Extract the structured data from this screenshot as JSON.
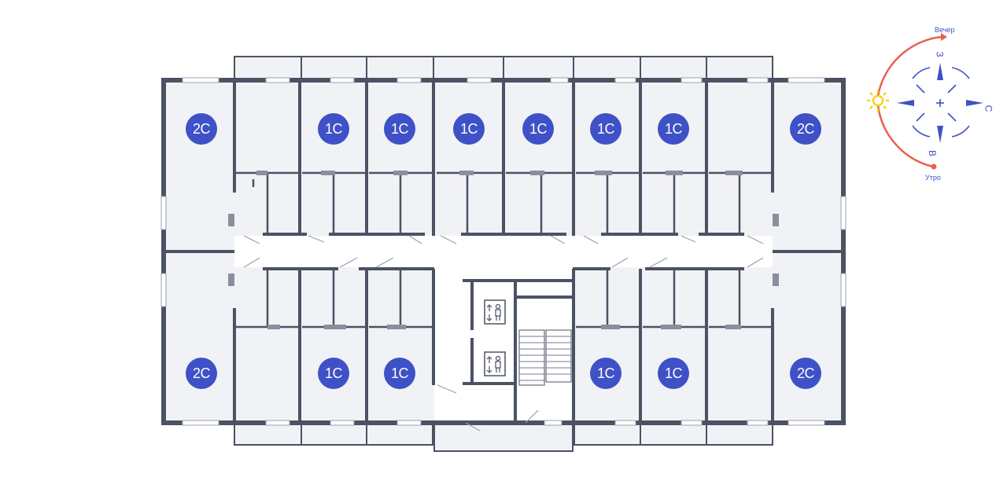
{
  "units": [
    {
      "label": "2С"
    },
    {
      "label": "1С"
    },
    {
      "label": "1С"
    },
    {
      "label": "1С"
    },
    {
      "label": "1С"
    },
    {
      "label": "1С"
    },
    {
      "label": "1С"
    },
    {
      "label": "2С"
    },
    {
      "label": "2С"
    },
    {
      "label": "1С"
    },
    {
      "label": "1С"
    },
    {
      "label": "1С"
    },
    {
      "label": "1С"
    },
    {
      "label": "2С"
    }
  ],
  "compass": {
    "evening": "Вечер",
    "morning": "Утро",
    "west": "З",
    "east": "В",
    "north": "С",
    "arc_color": "#e8604c",
    "needle_color": "#3f51c7",
    "sun_color": "#f5d000"
  },
  "colors": {
    "wall": "#4b5264",
    "room": "#f1f2f5",
    "badge": "#3f51c7"
  }
}
